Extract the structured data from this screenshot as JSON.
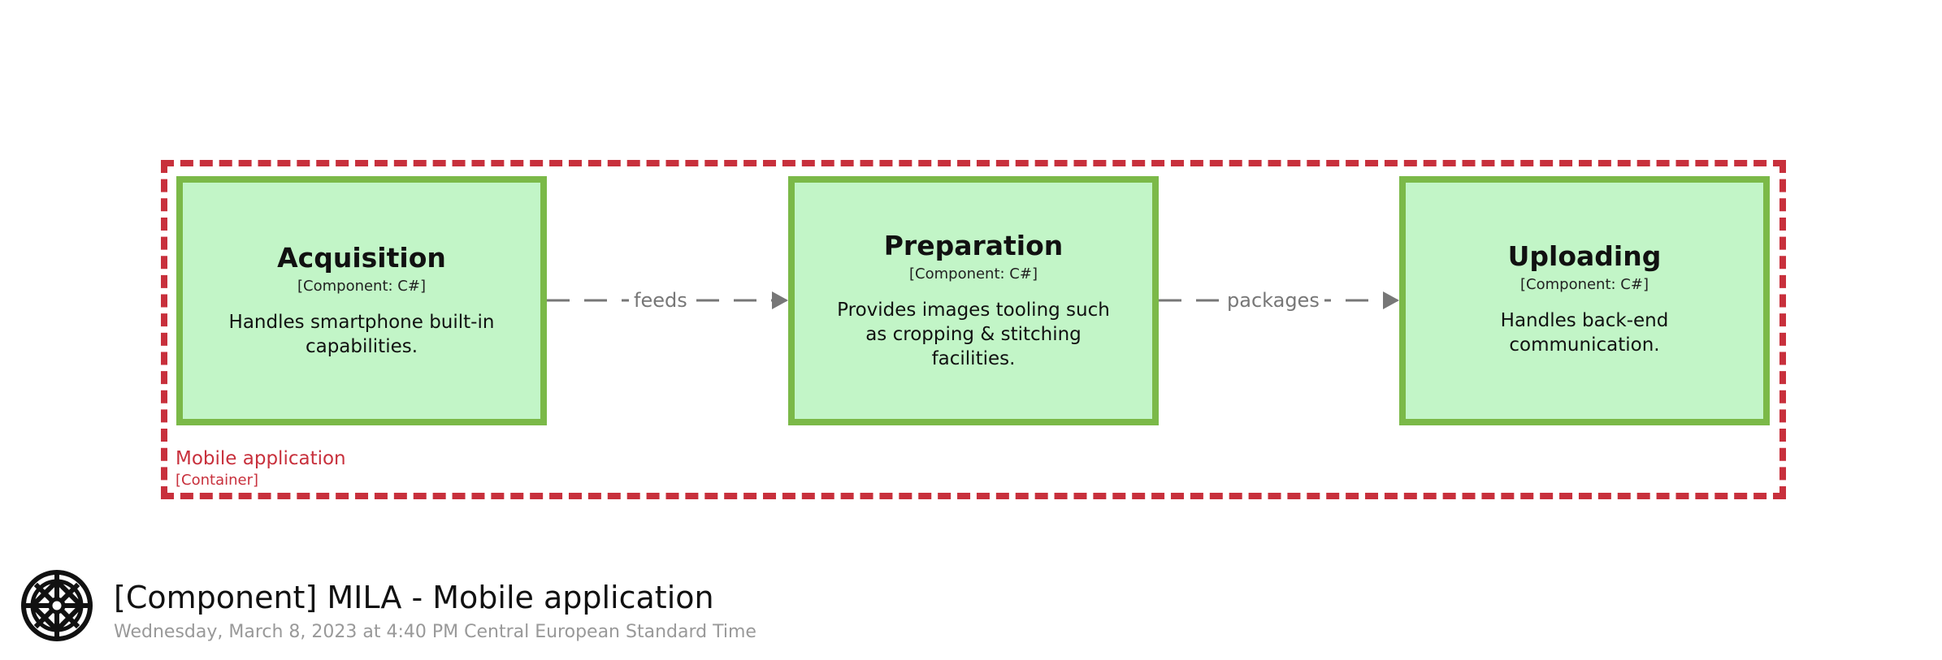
{
  "container": {
    "name": "Mobile application",
    "type": "[Container]"
  },
  "components": [
    {
      "name": "Acquisition",
      "technology": "[Component: C#]",
      "description": "Handles smartphone built-in capabilities."
    },
    {
      "name": "Preparation",
      "technology": "[Component: C#]",
      "description": "Provides images tooling such as cropping & stitching facilities."
    },
    {
      "name": "Uploading",
      "technology": "[Component: C#]",
      "description": "Handles back-end communication."
    }
  ],
  "relationships": [
    {
      "from": "Acquisition",
      "to": "Preparation",
      "label": "feeds"
    },
    {
      "from": "Preparation",
      "to": "Uploading",
      "label": "packages"
    }
  ],
  "footer": {
    "title": "[Component] MILA - Mobile application",
    "date": "Wednesday, March 8, 2023 at 4:40 PM Central European Standard Time",
    "logo_icon": "celtic-knot-icon"
  },
  "colors": {
    "boundary": "#c8303c",
    "component_fill": "#c2f5c7",
    "component_border": "#7bb948",
    "edge": "#777777"
  }
}
